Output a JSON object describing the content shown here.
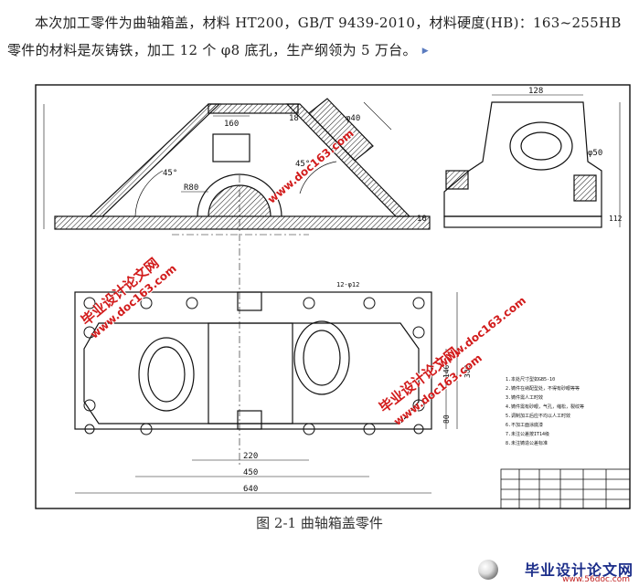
{
  "paragraph": {
    "line1": "本次加工零件为曲轴箱盖，材料 HT200，GB/T 9439-2010，材料硬度(HB)：163~255HB",
    "line2": "零件的材料是灰铸铁，加工 12 个 φ8 底孔，生产纲领为 5 万台。"
  },
  "drawing": {
    "dims_top": [
      "160",
      "18",
      "φ40",
      "45°",
      "R80",
      "45°",
      "10"
    ],
    "dims_side": [
      "128",
      "φ50",
      "112"
    ],
    "dims_plan": [
      "12-φ12",
      "140",
      "300",
      "80",
      "220",
      "450",
      "640"
    ],
    "notes": [
      "1.本处尺寸型如GB5-10",
      "2.铸件在纳配型处，不得有砂眼等等",
      "3.铸件需人工时效",
      "4.铸件需有砂眼，气孔，缩松，裂纹等",
      "5.调制加工后应不均以人工时效",
      "6.不加工面涂底漆",
      "7.未注公差按IT14级",
      "8.未注铸造公差标准"
    ]
  },
  "caption": "图 2-1 曲轴箱盖零件",
  "watermarks": {
    "cn": "毕业设计论文网",
    "url": "www.doc163.com"
  },
  "logo": {
    "title": "毕业设计论文网",
    "url": "www.56doc.com"
  }
}
